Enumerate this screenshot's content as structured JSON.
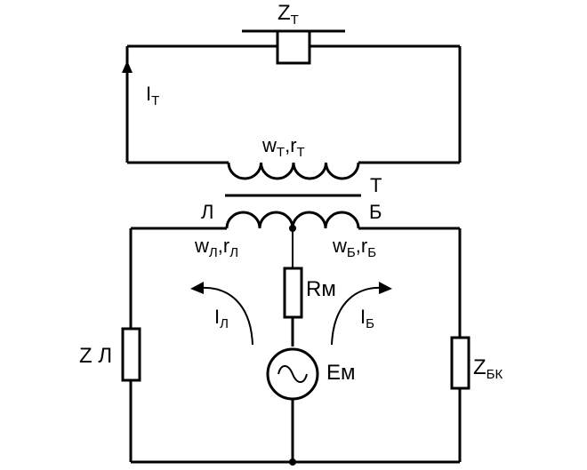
{
  "labels": {
    "z_t": {
      "main": "Z",
      "sub": "Т"
    },
    "i_t": {
      "main": "I",
      "sub": "Т"
    },
    "w_t_r_t": {
      "w": "w",
      "w_sub": "Т",
      "sep": ",",
      "r": "r",
      "r_sub": "Т"
    },
    "terminal_t": "Т",
    "terminal_l": "Л",
    "terminal_b": "Б",
    "w_l_r_l": {
      "w": "w",
      "w_sub": "Л",
      "sep": ",",
      "r": "r",
      "r_sub": "Л"
    },
    "w_b_r_b": {
      "w": "w",
      "w_sub": "Б",
      "sep": ",",
      "r": "r",
      "r_sub": "Б"
    },
    "r_m": "Rм",
    "i_l": {
      "main": "I",
      "sub": "Л"
    },
    "i_b": {
      "main": "I",
      "sub": "Б"
    },
    "z_l": "Z Л",
    "e_m": "Eм",
    "z_bk": {
      "main": "Z",
      "sub": "БК"
    }
  }
}
